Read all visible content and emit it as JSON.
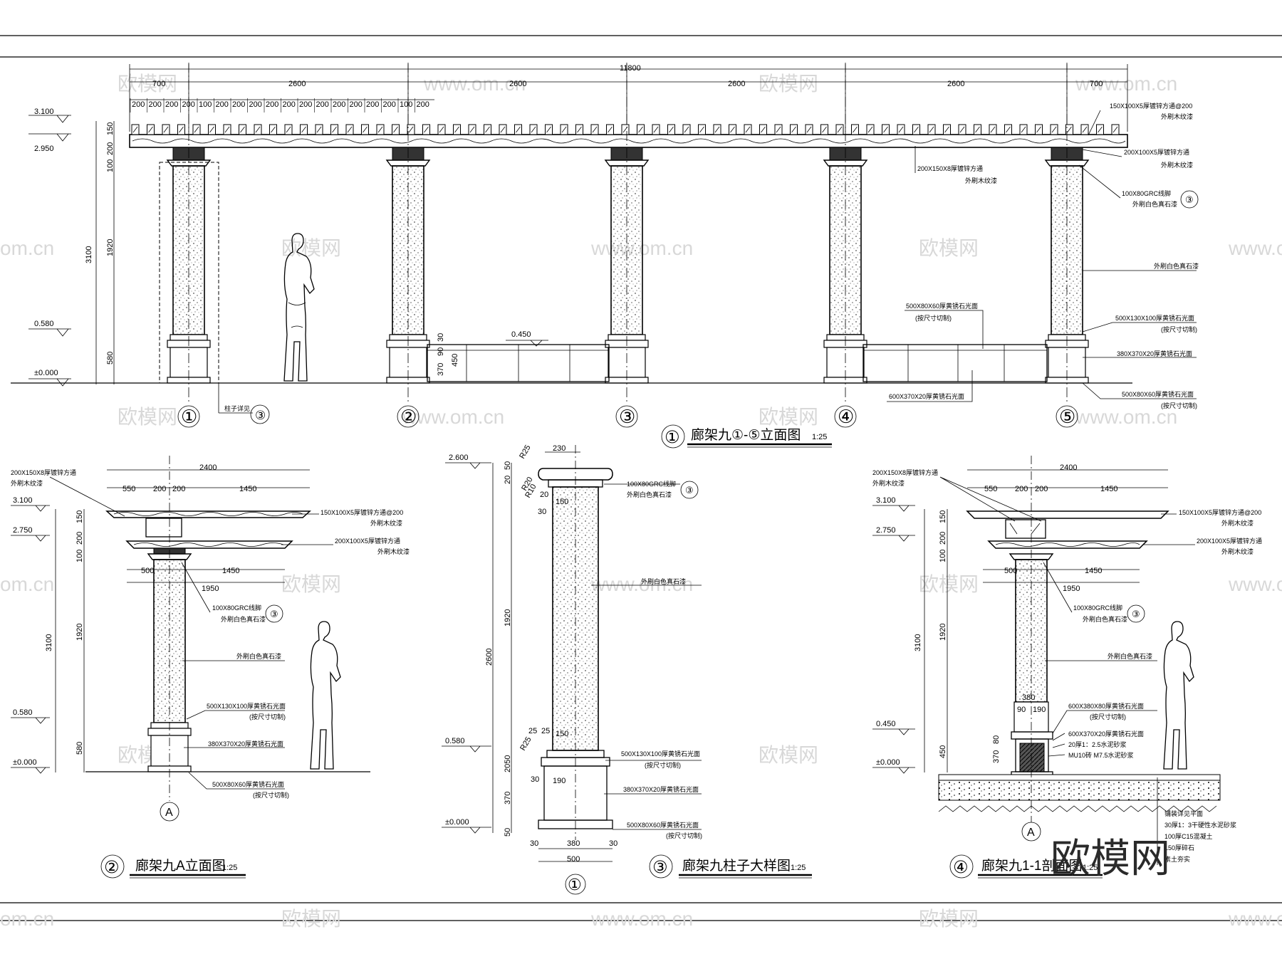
{
  "watermark": {
    "brand": "欧模网",
    "site": "www.om.cn",
    "site_cut": "om.cn"
  },
  "views": {
    "v1": {
      "num": "①",
      "title": "廊架九①-⑤立面图",
      "scale": "1:25",
      "axes": [
        "①",
        "②",
        "③",
        "④",
        "⑤"
      ],
      "detail_mark": "③",
      "detail_note": "柱子详见"
    },
    "v2": {
      "num": "②",
      "title": "廊架九A立面图",
      "scale": "1:25",
      "axis": "A"
    },
    "v3": {
      "num": "③",
      "title": "廊架九柱子大样图",
      "scale": "1:25",
      "axis": "①"
    },
    "v4": {
      "num": "④",
      "title": "廊架九1-1剖面图",
      "scale": "1:25",
      "axis": "A"
    }
  },
  "levels": {
    "l3100": "3.100",
    "l2950": "2.950",
    "l2750": "2.750",
    "l2600": "2.600",
    "l0580": "0.580",
    "l0450": "0.450",
    "l0000": "±0.000"
  },
  "dims": {
    "d11800": "11800",
    "d700": "700",
    "d2600": "2600",
    "d200": "200",
    "d100": "100",
    "d150": "150",
    "d3100": "3100",
    "d1920": "1920",
    "d580": "580",
    "d30": "30",
    "d90": "90",
    "d370": "370",
    "d450": "450",
    "d2400": "2400",
    "d550": "550",
    "d1450": "1450",
    "d500": "500",
    "d1950": "1950",
    "d230": "230",
    "d20": "20",
    "d50": "50",
    "d2600v": "2600",
    "d2050": "2050",
    "d25": "25",
    "d190": "190",
    "d380": "380",
    "d80": "80",
    "r25": "R25",
    "r20": "R20",
    "r10": "R10"
  },
  "notes": {
    "n_purlin150": "150X100X5厚镀锌方通@200",
    "n_wood": "外刷木纹漆",
    "n_beam200x100": "200X100X5厚镀锌方通",
    "n_beam200x150": "200X150X8厚镀锌方通",
    "n_grc": "100X80GRC线脚",
    "n_white": "外刷白色真石漆",
    "n_base500x130": "500X130X100厚黄锈石光面",
    "n_base380": "380X370X20厚黄锈石光面",
    "n_base500x80": "500X80X60厚黄锈石光面",
    "n_bench500": "500X80X60厚黄锈石光面",
    "n_bench600": "600X370X20厚黄锈石光面",
    "n_bench600x380": "600X380X80厚黄锈石光面",
    "n_size": "(按尺寸切制)",
    "n_mortar": "20厚1：2.5水泥砂浆",
    "n_brick": "MU10砖 M7.5水泥砂浆",
    "n_paving": "铺装详见平面",
    "n_l30": "30厚1：3干硬性水泥砂浆",
    "n_l100": "100厚C15混凝土",
    "n_l150": "150厚碎石",
    "n_soil": "素土夯实"
  }
}
